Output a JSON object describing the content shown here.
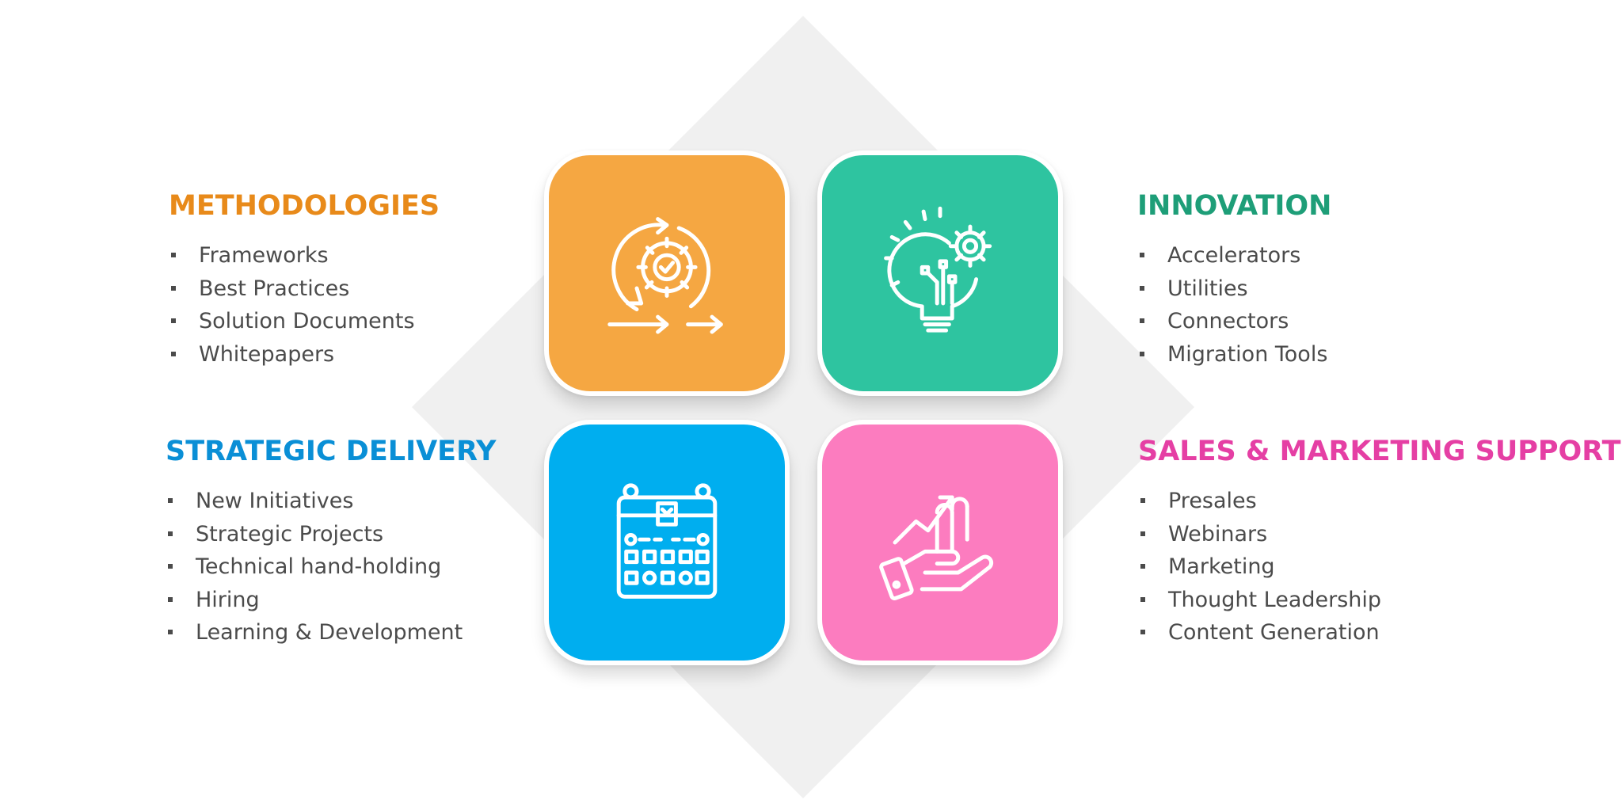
{
  "colors": {
    "diamond": "#f0f0f0",
    "orange": "#f5a742",
    "teal": "#2ec4a0",
    "blue": "#00aeef",
    "pink": "#fc7cbf",
    "methodologies_title": "#e88a1a",
    "innovation_title": "#1e9e78",
    "strategic_title": "#0a8fd6",
    "sales_title": "#e53fa4",
    "list_text": "#4b4b4b"
  },
  "tiles": [
    {
      "icon": "agile-gear-cycle-icon",
      "color": "#f5a742"
    },
    {
      "icon": "lightbulb-gear-icon",
      "color": "#2ec4a0"
    },
    {
      "icon": "calendar-schedule-icon",
      "color": "#00aeef"
    },
    {
      "icon": "hand-growth-chart-icon",
      "color": "#fc7cbf"
    }
  ],
  "methodologies": {
    "title": "METHODOLOGIES",
    "items": [
      "Frameworks",
      "Best Practices",
      "Solution Documents",
      "Whitepapers"
    ]
  },
  "innovation": {
    "title": "INNOVATION",
    "items": [
      "Accelerators",
      "Utilities",
      "Connectors",
      "Migration Tools"
    ]
  },
  "strategic_delivery": {
    "title": "STRATEGIC DELIVERY",
    "items": [
      "New Initiatives",
      "Strategic Projects",
      "Technical hand-holding",
      "Hiring",
      "Learning & Development"
    ]
  },
  "sales_marketing": {
    "title": "SALES & MARKETING SUPPORT",
    "items": [
      "Presales",
      "Webinars",
      "Marketing",
      "Thought Leadership",
      "Content Generation"
    ]
  }
}
